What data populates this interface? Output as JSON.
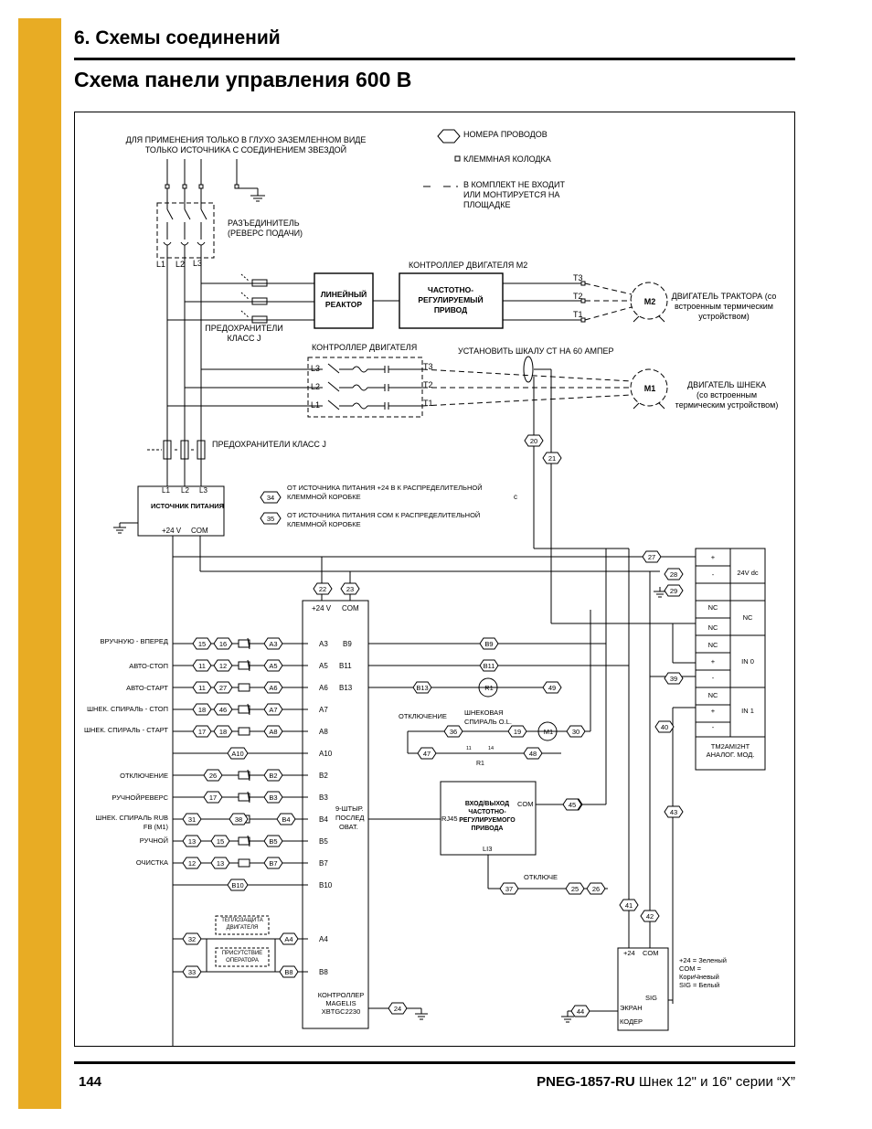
{
  "header": {
    "section_title": "6. Схемы соединений",
    "page_title": "Схема панели управления 600 В"
  },
  "footer": {
    "page_number": "144",
    "doc_code": "PNEG-1857-RU",
    "doc_subtitle": " Шнек 12\" и 16\" серии “X”"
  },
  "diagram": {
    "note_grounded_1": "ДЛЯ ПРИМЕНЕНИЯ ТОЛЬКО В ГЛУХО ЗАЗЕМЛЕННОМ ВИДЕ",
    "note_grounded_2": "ТОЛЬКО ИСТОЧНИКА С СОЕДИНЕНИЕМ ЗВЕЗДОЙ",
    "legend_wire": "НОМЕРА ПРОВОДОВ",
    "legend_terminal": "КЛЕММНАЯ КОЛОДКА",
    "legend_field_1": "В КОМПЛЕКТ НЕ ВХОДИТ",
    "legend_field_2": "ИЛИ МОНТИРУЕТСЯ НА",
    "legend_field_3": "ПЛОЩАДКЕ",
    "disconnect_1": "РАЗЪЕДИНИТЕЛЬ",
    "disconnect_2": "(РЕВЕРС ПОДАЧИ)",
    "l1": "L1",
    "l2": "L2",
    "l3": "L3",
    "t1": "T1",
    "t2": "T2",
    "t3": "T3",
    "m2_controller": "КОНТРОЛЛЕР ДВИГАТЕЛЯ M2",
    "reactor_1": "ЛИНЕЙНЫЙ",
    "reactor_2": "РЕАКТОР",
    "vfd_1": "ЧАСТОТНО-",
    "vfd_2": "РЕГУЛИРУЕМЫЙ",
    "vfd_3": "ПРИВОД",
    "motor_m2": "M2",
    "tractor_motor_1": "ДВИГАТЕЛЬ ТРАКТОРА (со",
    "tractor_motor_2": "встроенным термическим",
    "tractor_motor_3": "устройством)",
    "fuses_j_1": "ПРЕДОХРАНИТЕЛИ",
    "fuses_j_2": "КЛАСС J",
    "motor_controller": "КОНТРОЛЛЕР ДВИГАТЕЛЯ",
    "ct_setting": "УСТАНОВИТЬ ШКАЛУ СТ  НА 60 АМПЕР",
    "motor_m1": "M1",
    "auger_motor_1": "ДВИГАТЕЛЬ ШНЕКА",
    "auger_motor_2": "(со встроенным",
    "auger_motor_3": "термическим устройством)",
    "fuses_j_single": "ПРЕДОХРАНИТЕЛИ КЛАСС J",
    "psu_title": "ИСТОЧНИК ПИТАНИЯ",
    "plus24v": "+24 V",
    "com": "COM",
    "note_34": "ОТ ИСТОЧНИКА ПИТАНИЯ +24 В К РАСПРЕДЕЛИТЕЛЬНОЙ",
    "note_34b": "КЛЕММНОЙ КОРОБКЕ",
    "note_35": "ОТ ИСТОЧНИКА ПИТАНИЯ COM К РАСПРЕДЕЛИТЕЛЬНОЙ",
    "note_35b": "КЛЕММНОЙ КОРОБКЕ",
    "stray_c": "c",
    "plc_24v": "+24 V",
    "plc_com": "COM",
    "in_jog_fwd": "ВРУЧНУЮ - ВПЕРЕД",
    "in_auto_stop": "АВТО-СТОП",
    "in_auto_start": "АВТО-СТАРТ",
    "in_spiral_stop": "ШНЕК. СПИРАЛЬ - СТОП",
    "in_spiral_start": "ШНЕК. СПИРАЛЬ - СТАРТ",
    "in_off": "ОТКЛЮЧЕНИЕ",
    "in_manual_rev": "РУЧНОЙРЕВЕРС",
    "in_rub_1": "ШНЕК. СПИРАЛЬ RUB",
    "in_rub_2": "FB (M1)",
    "in_manual": "РУЧНОЙ",
    "in_clean": "ОЧИСТКА",
    "thermal_1": "ТЕПЛОЗАЩИТА",
    "thermal_2": "ДВИГАТЕЛЯ",
    "operator_1": "ПРИСУТСТВИЕ",
    "operator_2": "ОПЕРАТОРА",
    "serial_1": "9-ШТЫР.",
    "serial_2": "ПОСЛЕД",
    "serial_3": "ОВАТ.",
    "plc_name_1": "КОНТРОЛЛЕР",
    "plc_name_2": "MAGELIS",
    "plc_name_3": "XBTGC2230",
    "off_label": "ОТКЛЮЧЕНИЕ",
    "spiral_ol_1": "ШНЕКОВАЯ",
    "spiral_ol_2": "СПИРАЛЬ O.L.",
    "r1": "R1",
    "r1_11": "11",
    "r1_14": "14",
    "vfd_io_1": "ВХОД/ВЫХОД",
    "vfd_io_2": "ЧАСТОТНО-",
    "vfd_io_3": "РЕГУЛИРУЕМОГО",
    "vfd_io_4": "ПРИВОДА",
    "vfd_com": "COM",
    "rj45": "RJ45",
    "li3": "LI3",
    "off_short": "ОТКЛЮЧЕ",
    "tb_plus": "+",
    "tb_minus": "-",
    "tb_24vdc": "24V dc",
    "tb_nc": "NC",
    "tb_in0": "IN 0",
    "tb_in1": "IN 1",
    "tb_module_1": "TM2AMI2HT",
    "tb_module_2": "АНАЛОГ. МОД.",
    "enc_24": "+24",
    "enc_com": "COM",
    "enc_sig": "SIG",
    "enc_shield": "ЭКРАН",
    "enc_name": "КОДЕР",
    "enc_note_1": "+24 = Зеленый",
    "enc_note_2": "COM =",
    "enc_note_3": "КориЧневый",
    "enc_note_4": "SIG = Белый",
    "a3": "A3",
    "a5": "A5",
    "a6": "A6",
    "a7": "A7",
    "a8": "A8",
    "a10": "A10",
    "a4": "A4",
    "b2": "B2",
    "b3": "B3",
    "b4": "B4",
    "b5": "B5",
    "b7": "B7",
    "b8": "B8",
    "b9": "B9",
    "b10": "B10",
    "b11": "B11",
    "b13": "B13",
    "w11": "11",
    "w12": "12",
    "w13": "13",
    "w15": "15",
    "w16": "16",
    "w17": "17",
    "w18": "18",
    "w19": "19",
    "w20": "20",
    "w21": "21",
    "w22": "22",
    "w23": "23",
    "w24": "24",
    "w25": "25",
    "w26": "26",
    "w27": "27",
    "w28": "28",
    "w29": "29",
    "w30": "30",
    "w31": "31",
    "w32": "32",
    "w33": "33",
    "w34": "34",
    "w35": "35",
    "w36": "36",
    "w37": "37",
    "w38": "38",
    "w39": "39",
    "w40": "40",
    "w41": "41",
    "w42": "42",
    "w43": "43",
    "w44": "44",
    "w45": "45",
    "w46": "46",
    "w47": "47",
    "w48": "48",
    "w49": "49"
  }
}
